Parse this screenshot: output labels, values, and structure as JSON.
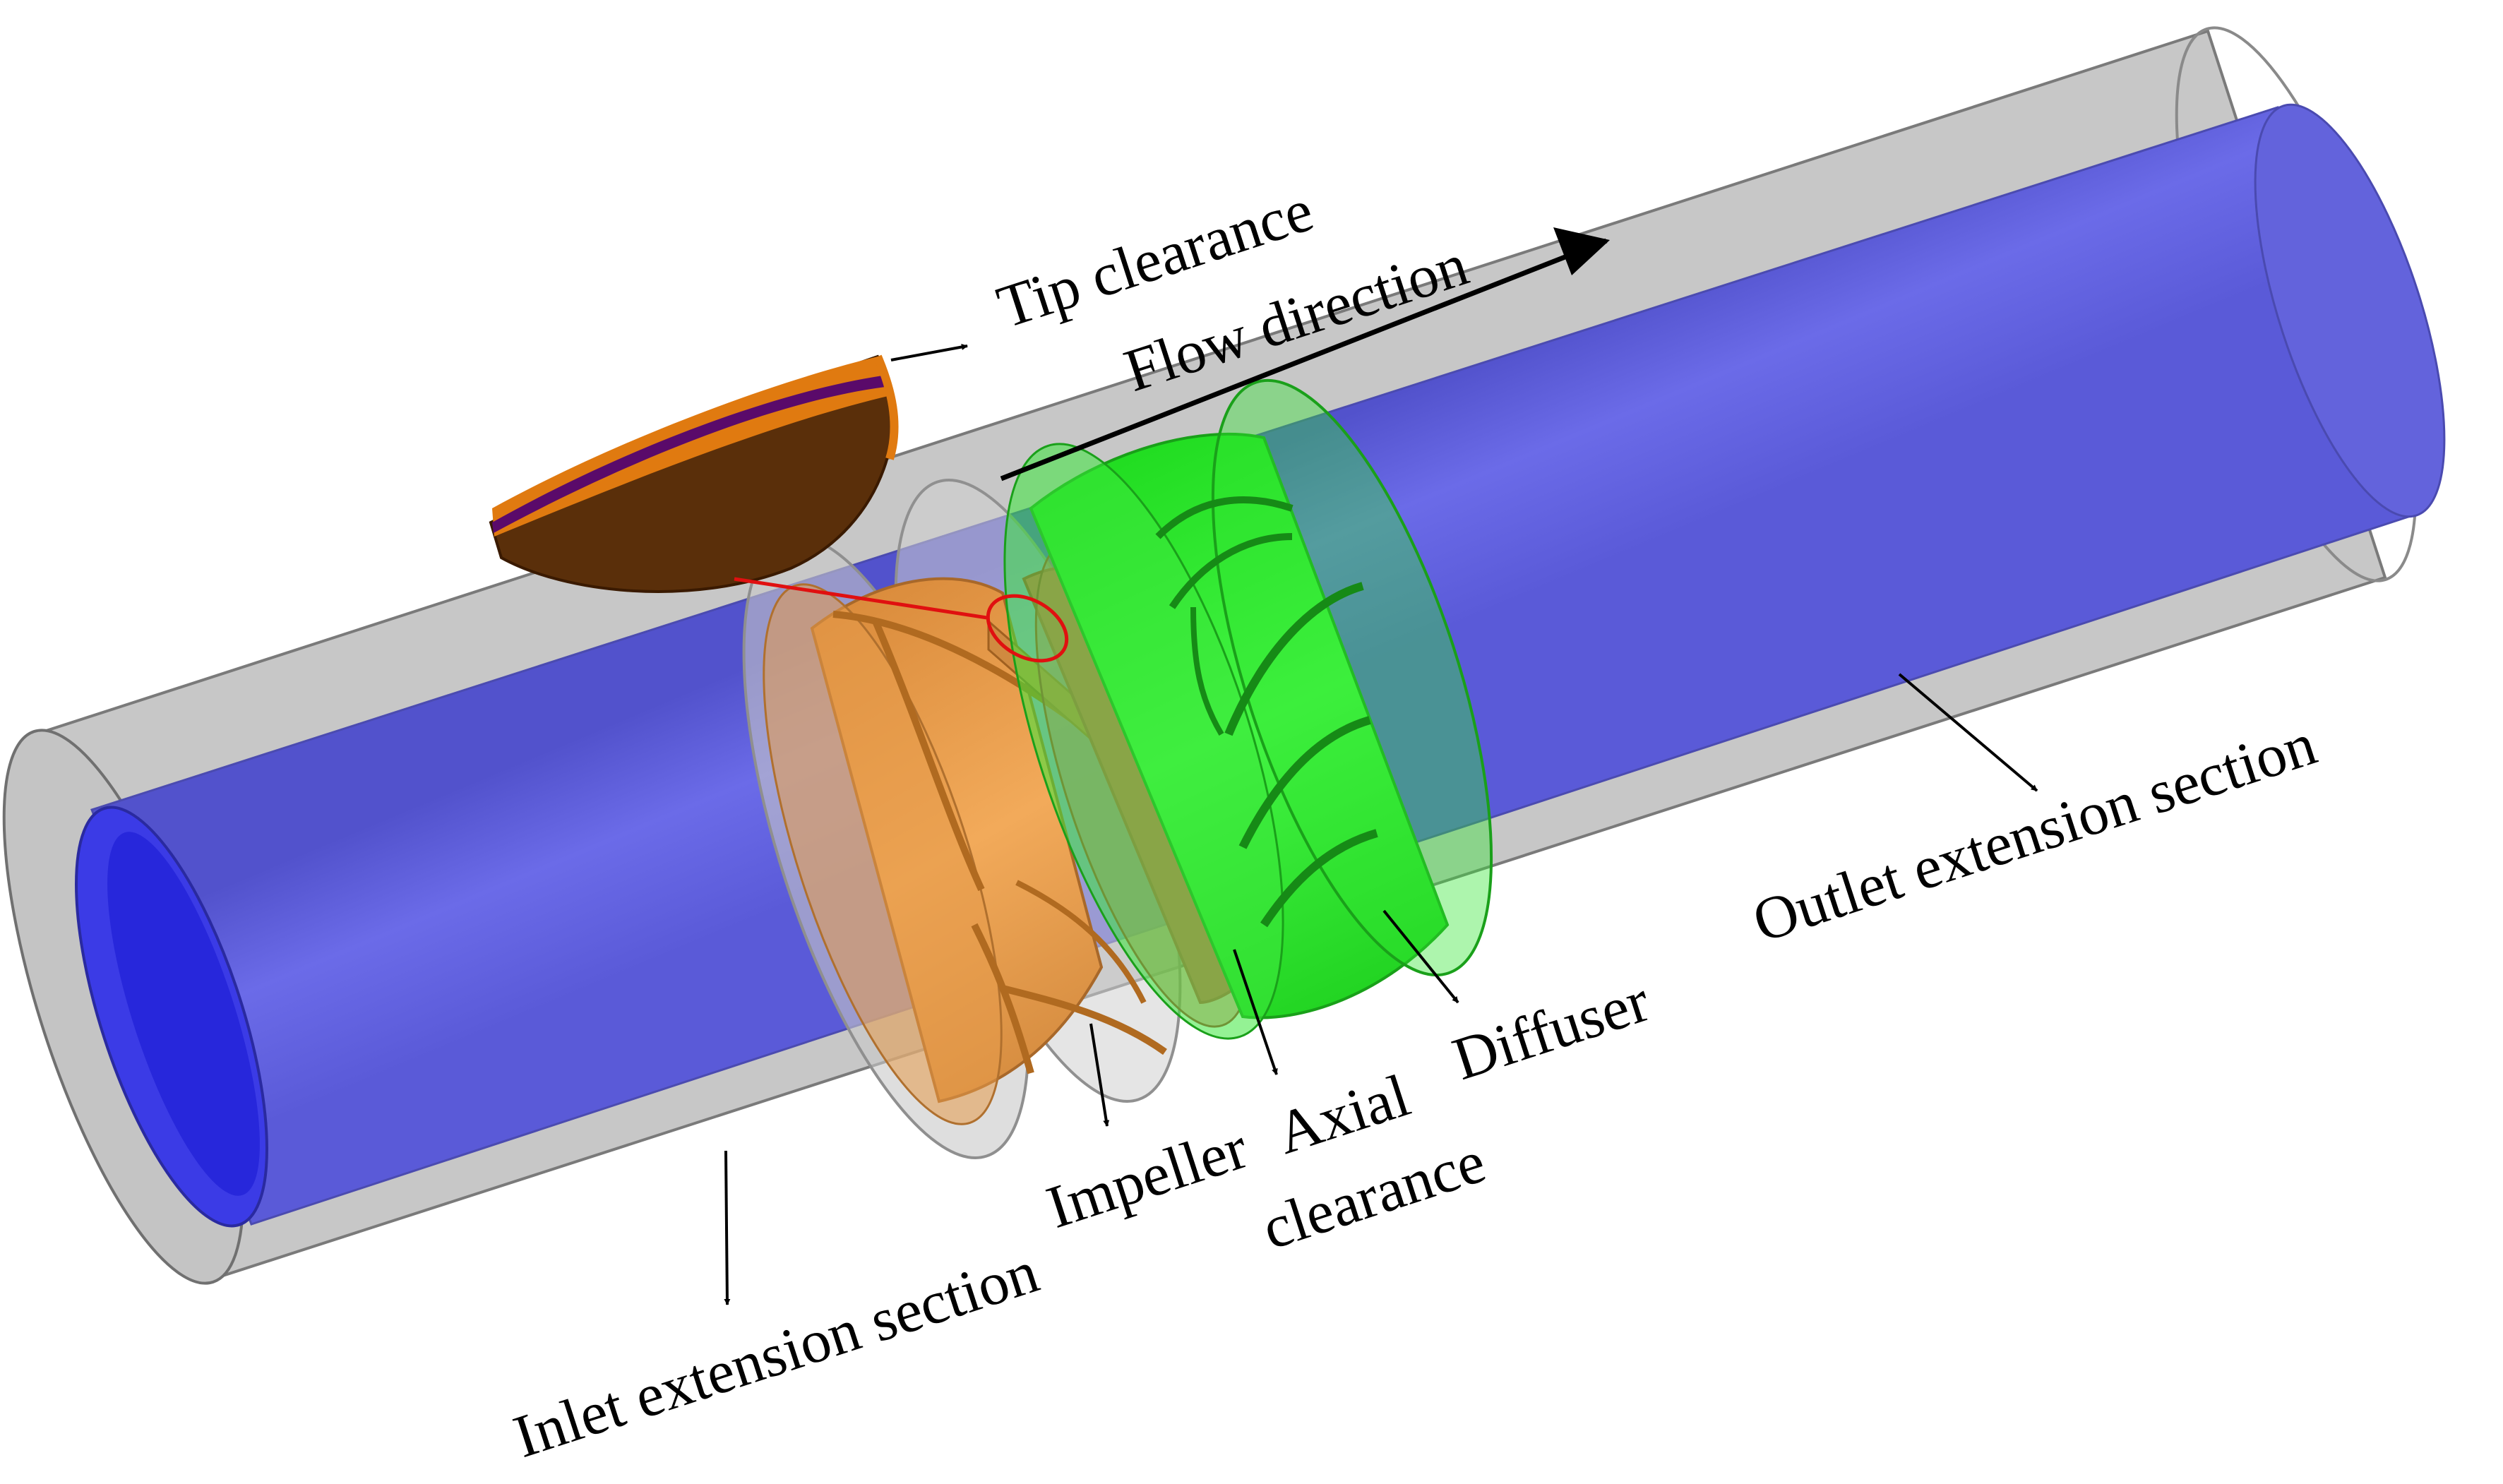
{
  "labels": {
    "tip_clearance": "Tip clearance",
    "flow_direction": "Flow direction",
    "outlet_extension_section": "Outlet extension section",
    "diffuser": "Diffuser",
    "axial_clearance_line1": "Axial",
    "axial_clearance_line2": "clearance",
    "impeller": "Impeller",
    "inlet_extension_section": "Inlet extension section"
  },
  "colors": {
    "casing": "#b4b4b4",
    "hub": "#6a6ae6",
    "hub_inlet_face": "#3b3be6",
    "impeller": "#f0a050",
    "axial_clearance": "#e45050",
    "diffuser": "#33ee33",
    "tip_detail_dark": "#5a2f0a",
    "tip_detail_orange": "#e07a10",
    "tip_detail_purple": "#5a0a6a",
    "callout_line": "#e01010"
  }
}
